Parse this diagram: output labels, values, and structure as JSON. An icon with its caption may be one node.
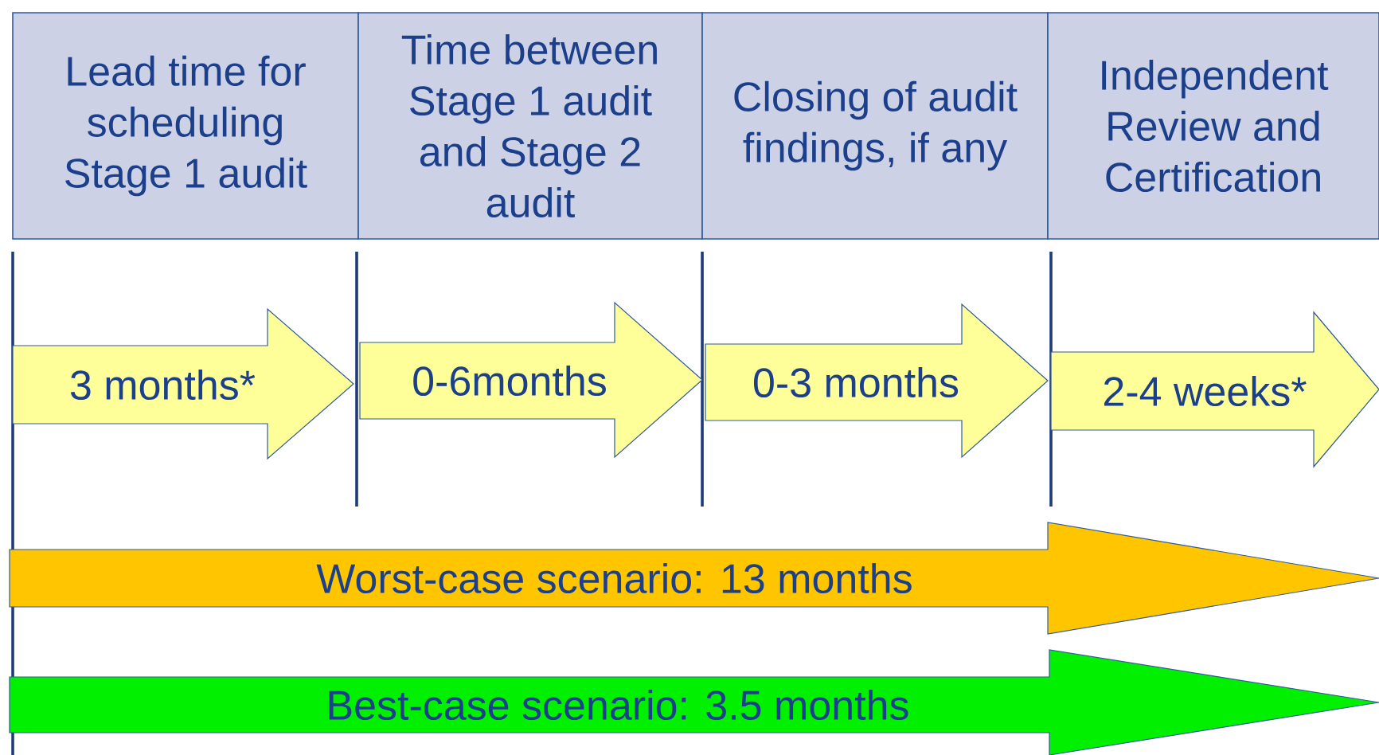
{
  "diagram": {
    "nodes": [
      {
        "text": [
          "Lead time for scheduling Stage 1 audit"
        ]
      },
      {
        "text": [
          "Time between Stage 1 audit and Stage 2 audit"
        ]
      },
      {
        "text": [
          "Closing of audit findings, if any"
        ]
      },
      {
        "text": [
          "Independent Review and Certification"
        ]
      },
      {
        "text": [
          "3 months*"
        ]
      },
      {
        "text": [
          "0-6months"
        ]
      },
      {
        "text": [
          "0-3 months"
        ]
      },
      {
        "text": [
          "2-4 weeks*"
        ]
      },
      {
        "text": [
          "Worst-case scenario: 13 months"
        ]
      },
      {
        "text": [
          "Best-case scenario: 3.5 months"
        ]
      }
    ]
  }
}
